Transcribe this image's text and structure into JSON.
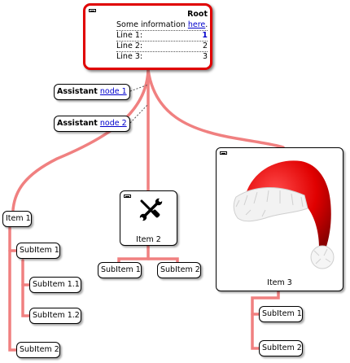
{
  "root": {
    "title": "Root",
    "info_prefix": "Some information",
    "info_link": "here",
    "info_suffix": ".",
    "lines": [
      {
        "label": "Line 1:",
        "value": "1"
      },
      {
        "label": "Line 2:",
        "value": "2"
      },
      {
        "label": "Line 3:",
        "value": "3"
      }
    ]
  },
  "assistants": [
    {
      "bold": "Assistant",
      "link": "node 1"
    },
    {
      "bold": "Assistant",
      "link": "node 2"
    }
  ],
  "item1": {
    "label": "Item 1",
    "children": [
      "SubItem 1",
      "SubItem 1.1",
      "SubItem 1.2",
      "SubItem 2"
    ]
  },
  "item2": {
    "label": "Item 2",
    "icon": "tools-icon",
    "children": [
      "SubItem 1",
      "SubItem 2"
    ]
  },
  "item3": {
    "label": "Item 3",
    "image": "santa-hat-image",
    "children": [
      "SubItem 1",
      "SubItem 2"
    ]
  },
  "colors": {
    "connector": "#f08080",
    "root_border": "#e00000",
    "link": "#0000cc"
  }
}
